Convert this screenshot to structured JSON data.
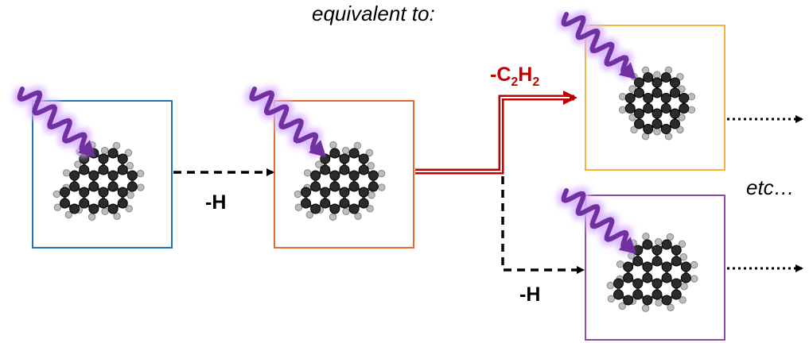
{
  "labels": {
    "equivalent": "equivalent to:",
    "loss_h_1": "-H",
    "loss_h_2": "-H",
    "loss_c2h2": {
      "prefix": "-C",
      "sub1": "2",
      "mid": "H",
      "sub2": "2"
    },
    "etc": "etc…"
  },
  "colors": {
    "box_1": "#1f73b7",
    "box_2": "#e36a2b",
    "box_3": "#f0b53a",
    "box_4": "#8b4aa3",
    "c2h2_arrow": "#c00000",
    "photon": "#7030a0",
    "photon_glow": "#d9b3ff",
    "carbon": "#2b2b2b",
    "hydrogen": "#bdbdbd"
  },
  "icons": {
    "photon": "wavy-photon-arrow-icon",
    "molecule": "pah-molecule-icon"
  }
}
